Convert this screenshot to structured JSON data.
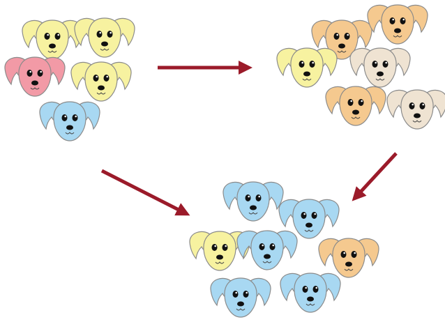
{
  "colors": {
    "yellow": "#f7f2a0",
    "pink": "#f29aa6",
    "blue": "#a8d8f2",
    "orange": "#f5c98f",
    "beige": "#efe3d2",
    "arrow": "#9b1b2a",
    "outline": "#8a8a8a",
    "ink": "#111111"
  },
  "icon_name": "dog-face-icon",
  "groups": [
    {
      "id": "group-start",
      "dogs": [
        "yellow",
        "yellow",
        "pink",
        "yellow",
        "blue"
      ]
    },
    {
      "id": "group-middle",
      "dogs": [
        "orange",
        "orange",
        "yellow",
        "beige",
        "orange",
        "beige"
      ]
    },
    {
      "id": "group-end",
      "dogs": [
        "blue",
        "blue",
        "yellow",
        "blue",
        "orange",
        "blue",
        "blue"
      ]
    }
  ]
}
